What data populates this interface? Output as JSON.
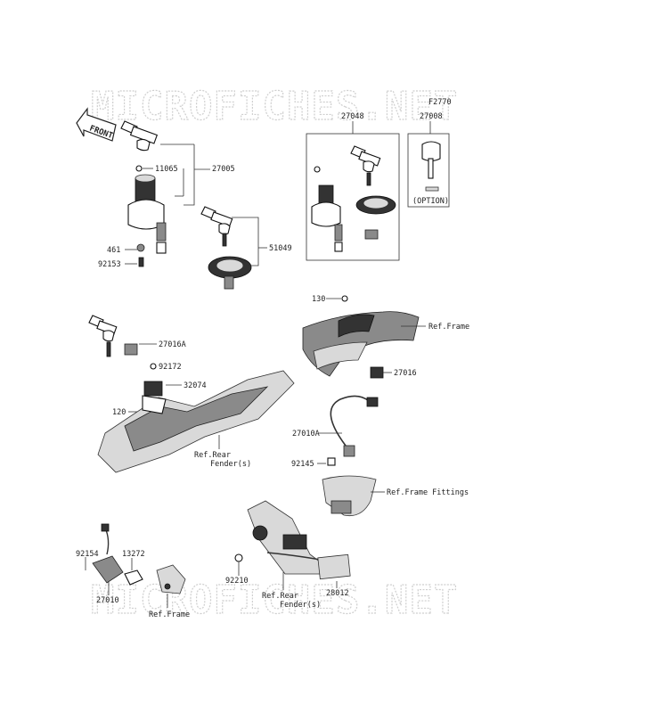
{
  "watermarks": [
    "MICROFICHES.NET",
    "MICROFICHES.NET"
  ],
  "front_arrow": "FRONT",
  "diagram_code": "F2770",
  "option_label": "(OPTION)",
  "callouts": {
    "p27048": "27048",
    "p27008": "27008",
    "p11065": "11065",
    "p27005": "27005",
    "p461": "461",
    "p92153": "92153",
    "p51049": "51049",
    "p130": "130",
    "p_ref_frame_top": "Ref.Frame",
    "p27016": "27016",
    "p27016A": "27016A",
    "p92172": "92172",
    "p32074": "32074",
    "p120": "120",
    "p_ref_rear_fender_1a": "Ref.Rear",
    "p_ref_rear_fender_1b": "Fender(s)",
    "p27010A": "27010A",
    "p92145": "92145",
    "p_ref_frame_fittings": "Ref.Frame Fittings",
    "p92154": "92154",
    "p13272": "13272",
    "p27010": "27010",
    "p_ref_frame_bottom": "Ref.Frame",
    "p92210": "92210",
    "p_ref_rear_fender_2a": "Ref.Rear",
    "p_ref_rear_fender_2b": "Fender(s)",
    "p28012": "28012"
  }
}
